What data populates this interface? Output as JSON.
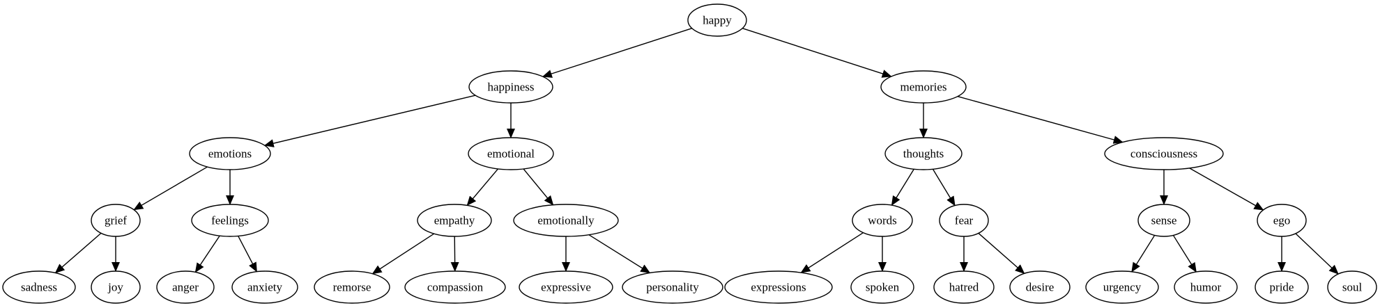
{
  "nodes": [
    {
      "id": "happy",
      "label": "happy"
    },
    {
      "id": "happiness",
      "label": "happiness"
    },
    {
      "id": "memories",
      "label": "memories"
    },
    {
      "id": "emotions",
      "label": "emotions"
    },
    {
      "id": "emotional",
      "label": "emotional"
    },
    {
      "id": "thoughts",
      "label": "thoughts"
    },
    {
      "id": "consciousness",
      "label": "consciousness"
    },
    {
      "id": "grief",
      "label": "grief"
    },
    {
      "id": "feelings",
      "label": "feelings"
    },
    {
      "id": "empathy",
      "label": "empathy"
    },
    {
      "id": "emotionally",
      "label": "emotionally"
    },
    {
      "id": "words",
      "label": "words"
    },
    {
      "id": "fear",
      "label": "fear"
    },
    {
      "id": "sense",
      "label": "sense"
    },
    {
      "id": "ego",
      "label": "ego"
    },
    {
      "id": "sadness",
      "label": "sadness"
    },
    {
      "id": "joy",
      "label": "joy"
    },
    {
      "id": "anger",
      "label": "anger"
    },
    {
      "id": "anxiety",
      "label": "anxiety"
    },
    {
      "id": "remorse",
      "label": "remorse"
    },
    {
      "id": "compassion",
      "label": "compassion"
    },
    {
      "id": "expressive",
      "label": "expressive"
    },
    {
      "id": "personality",
      "label": "personality"
    },
    {
      "id": "expressions",
      "label": "expressions"
    },
    {
      "id": "spoken",
      "label": "spoken"
    },
    {
      "id": "hatred",
      "label": "hatred"
    },
    {
      "id": "desire",
      "label": "desire"
    },
    {
      "id": "urgency",
      "label": "urgency"
    },
    {
      "id": "humor",
      "label": "humor"
    },
    {
      "id": "pride",
      "label": "pride"
    },
    {
      "id": "soul",
      "label": "soul"
    }
  ],
  "edges": [
    [
      "happy",
      "happiness"
    ],
    [
      "happy",
      "memories"
    ],
    [
      "happiness",
      "emotions"
    ],
    [
      "happiness",
      "emotional"
    ],
    [
      "memories",
      "thoughts"
    ],
    [
      "memories",
      "consciousness"
    ],
    [
      "emotions",
      "grief"
    ],
    [
      "emotions",
      "feelings"
    ],
    [
      "emotional",
      "empathy"
    ],
    [
      "emotional",
      "emotionally"
    ],
    [
      "thoughts",
      "words"
    ],
    [
      "thoughts",
      "fear"
    ],
    [
      "consciousness",
      "sense"
    ],
    [
      "consciousness",
      "ego"
    ],
    [
      "grief",
      "sadness"
    ],
    [
      "grief",
      "joy"
    ],
    [
      "feelings",
      "anger"
    ],
    [
      "feelings",
      "anxiety"
    ],
    [
      "empathy",
      "remorse"
    ],
    [
      "empathy",
      "compassion"
    ],
    [
      "emotionally",
      "expressive"
    ],
    [
      "emotionally",
      "personality"
    ],
    [
      "words",
      "expressions"
    ],
    [
      "words",
      "spoken"
    ],
    [
      "fear",
      "hatred"
    ],
    [
      "fear",
      "desire"
    ],
    [
      "sense",
      "urgency"
    ],
    [
      "sense",
      "humor"
    ],
    [
      "ego",
      "pride"
    ],
    [
      "ego",
      "soul"
    ]
  ]
}
